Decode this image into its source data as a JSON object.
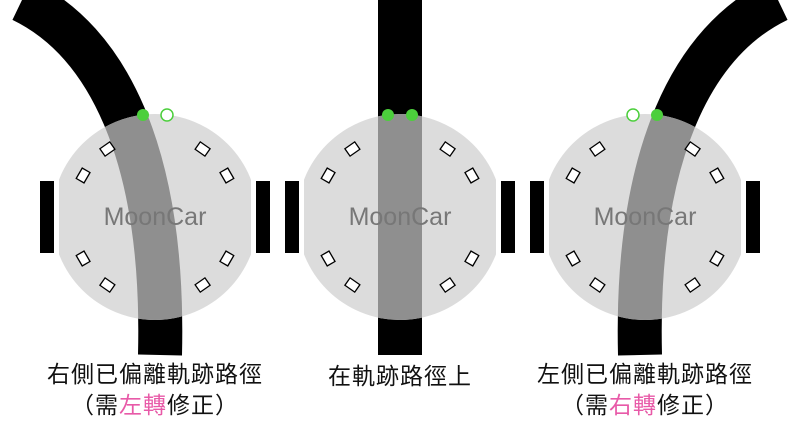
{
  "colors": {
    "track": "#000000",
    "body": "#dcdcdc",
    "track_overlay": "#8f8f8f",
    "sensor_active": "#4ccf3c",
    "sensor_inactive_stroke": "#4ccf3c",
    "highlight": "#e85aa8",
    "logo_text": "#777777"
  },
  "robots": [
    {
      "id": "left",
      "logo": "MoonCar",
      "track_shape": "curve-from-upper-left",
      "sensors": [
        {
          "name": "left-sensor",
          "state": "on"
        },
        {
          "name": "right-sensor",
          "state": "off"
        }
      ],
      "caption": {
        "line1": "右側已偏離軌跡路徑",
        "line2_prefix": "（需",
        "line2_highlight": "左轉",
        "line2_suffix": "修正）"
      }
    },
    {
      "id": "center",
      "logo": "MoonCar",
      "track_shape": "straight",
      "sensors": [
        {
          "name": "left-sensor",
          "state": "on"
        },
        {
          "name": "right-sensor",
          "state": "on"
        }
      ],
      "caption": {
        "line1": "在軌跡路徑上"
      }
    },
    {
      "id": "right",
      "logo": "MoonCar",
      "track_shape": "curve-from-upper-right",
      "sensors": [
        {
          "name": "left-sensor",
          "state": "off"
        },
        {
          "name": "right-sensor",
          "state": "on"
        }
      ],
      "caption": {
        "line1": "左側已偏離軌跡路徑",
        "line2_prefix": "（需",
        "line2_highlight": "右轉",
        "line2_suffix": "修正）"
      }
    }
  ]
}
